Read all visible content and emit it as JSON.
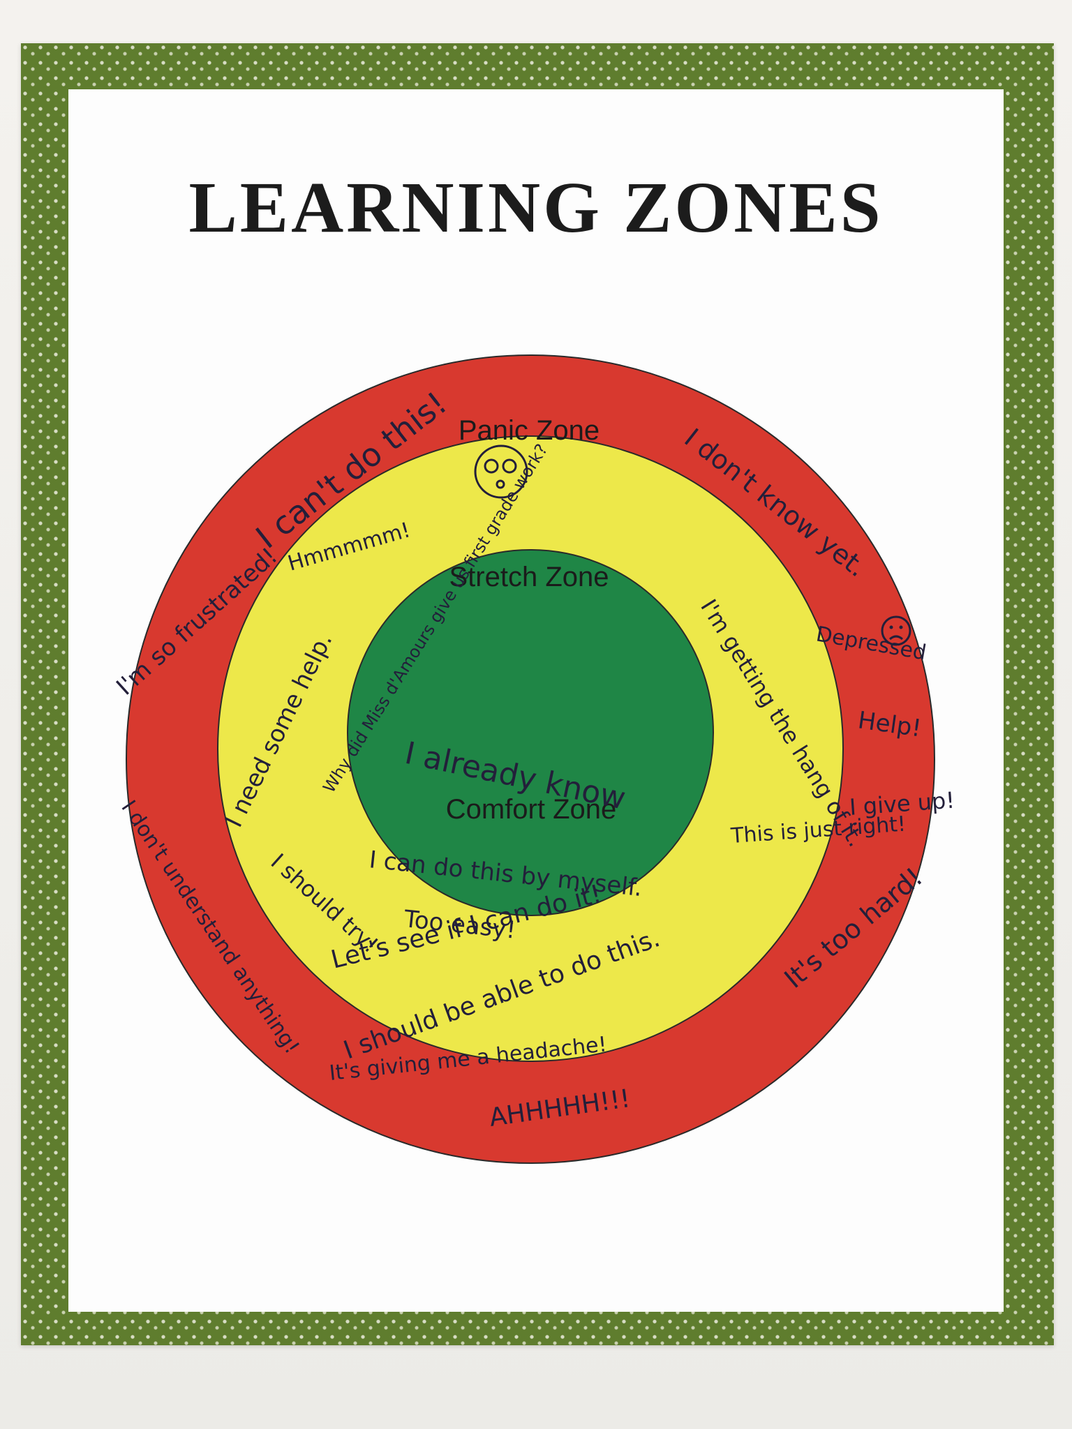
{
  "title": "LEARNING ZONES",
  "zones": {
    "panic": "Panic Zone",
    "stretch": "Stretch Zone",
    "comfort": "Comfort Zone"
  },
  "notes": {
    "cant_do_this": "I can't do this!",
    "so_frustrated": "I'm so frustrated!",
    "dont_know_yet": "I don't know yet.",
    "depressed": "Depressed",
    "help": "Help!",
    "give_up": "I give up!",
    "too_hard": "It's too hard!",
    "dont_understand": "I don't understand anything!",
    "headache": "It's giving me a headache!",
    "ahhh": "AHHHHH!!!",
    "hmmm": "Hmmmmm!",
    "need_help": "I need some help.",
    "should_try": "I should try!",
    "getting_hang": "I'm getting the hang of it.",
    "just_right": "This is just right!",
    "lets_see": "Let's see if I can do it!",
    "should_be_able": "I should be able to do this.",
    "why_first_grade": "Why did Miss d'Amours give us first grade work?",
    "already_know": "I already know",
    "by_myself": "I can do this by myself.",
    "too_easy": "Too easy!"
  },
  "colors": {
    "panic": "#d8392f",
    "stretch": "#ede84a",
    "comfort": "#1f8646",
    "border": "#5f7d2e"
  },
  "icons": [
    "worried-face-icon",
    "sad-face-icon"
  ]
}
